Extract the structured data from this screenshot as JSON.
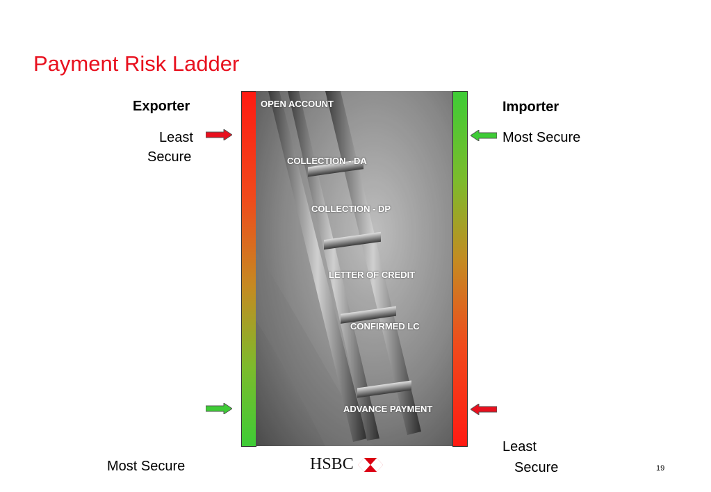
{
  "slide": {
    "title": "Payment Risk Ladder",
    "page_number": "19"
  },
  "exporter": {
    "heading": "Exporter",
    "top_label_line1": "Least",
    "top_label_line2": "Secure",
    "bottom_label": "Most Secure"
  },
  "importer": {
    "heading": "Importer",
    "top_label": "Most Secure",
    "bottom_label_line1": "Least",
    "bottom_label_line2": "Secure"
  },
  "ladder": {
    "steps": [
      "OPEN ACCOUNT",
      "COLLECTION - DA",
      "COLLECTION - DP",
      "LETTER OF CREDIT",
      "CONFIRMED LC",
      "ADVANCE PAYMENT"
    ]
  },
  "logo": {
    "text": "HSBC",
    "icon": "hsbc-hexagon-logo"
  },
  "colors": {
    "title": "#e8101e",
    "arrow_red": "#e8101e",
    "arrow_green": "#3ecc36"
  }
}
